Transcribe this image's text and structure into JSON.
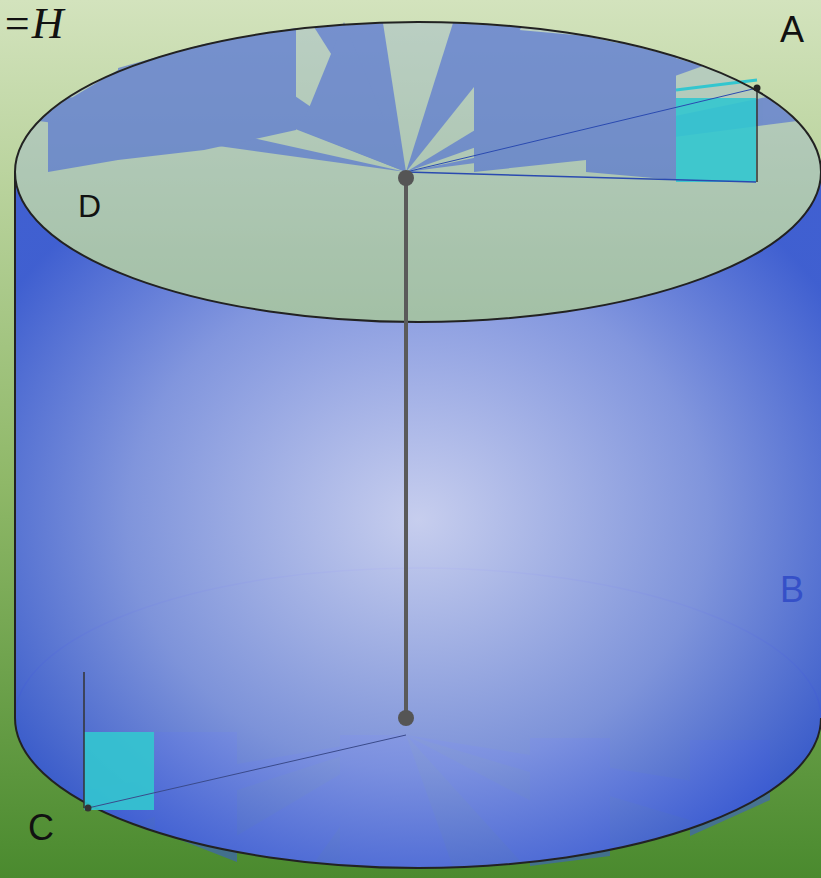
{
  "diagram": {
    "labels": [
      "=H",
      "A",
      "D",
      "B",
      "C"
    ]
  }
}
